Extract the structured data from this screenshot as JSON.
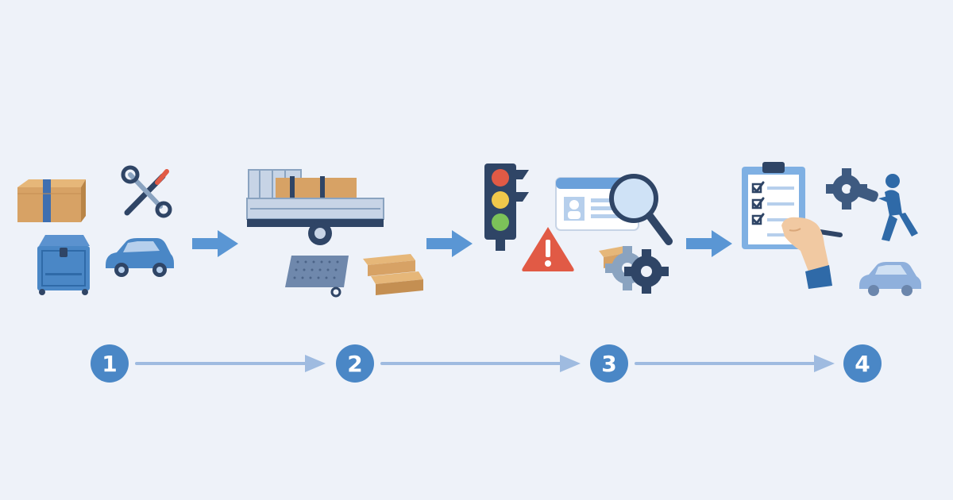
{
  "colors": {
    "background": "#eef2f9",
    "accent_blue": "#4a87c6",
    "dark_navy": "#2f4566",
    "cardboard": "#d7a265",
    "step_arrow": "#8fb0dc",
    "warning_red": "#e15a45"
  },
  "steps": [
    {
      "number": "1",
      "icons": [
        "package-icon",
        "tools-icon",
        "toolbox-icon",
        "car-icon"
      ]
    },
    {
      "number": "2",
      "icons": [
        "truck-icon",
        "trailer-platform-icon",
        "boxes-icon"
      ]
    },
    {
      "number": "3",
      "icons": [
        "traffic-light-icon",
        "warning-icon",
        "id-card-icon",
        "magnifier-icon",
        "gear-box-icon"
      ]
    },
    {
      "number": "4",
      "icons": [
        "clipboard-checklist-icon",
        "signing-hand-icon",
        "mechanic-gear-icon",
        "small-car-icon"
      ]
    }
  ]
}
